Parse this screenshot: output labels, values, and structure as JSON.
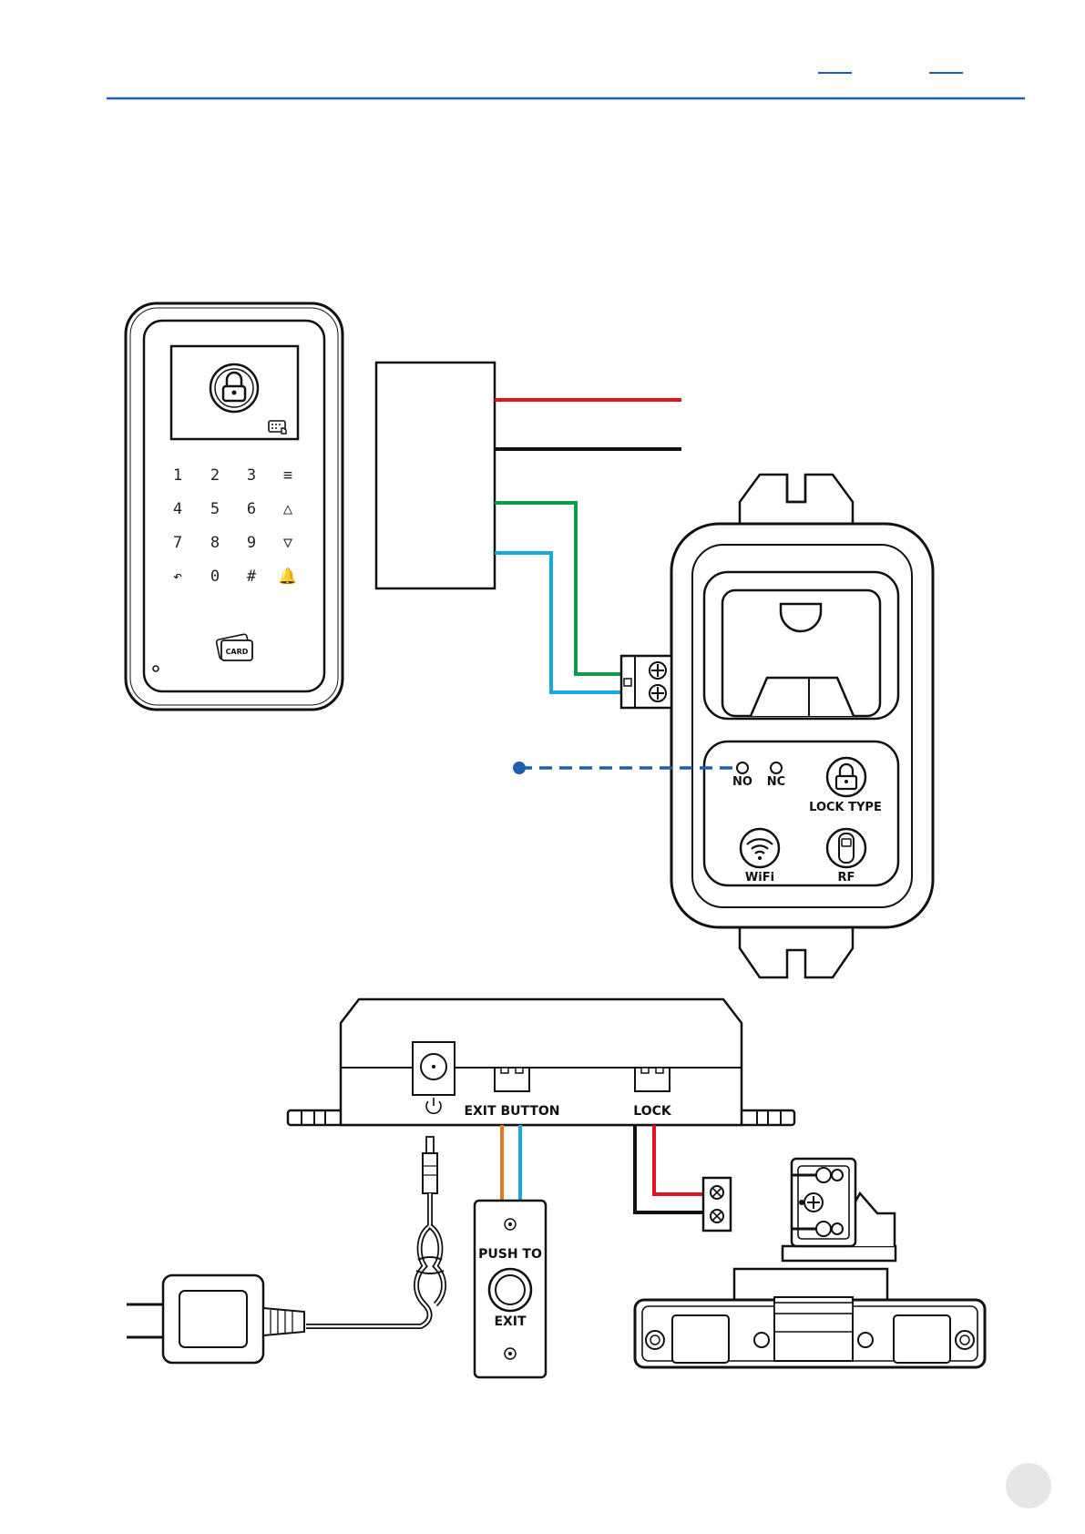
{
  "header": {
    "rule_color": "#1f5fad"
  },
  "keypad": {
    "keys": [
      "1",
      "2",
      "3",
      "≡",
      "4",
      "5",
      "6",
      "△",
      "7",
      "8",
      "9",
      "▽",
      "↶",
      "0",
      "#",
      "🔔"
    ],
    "card_label": "CARD"
  },
  "controller": {
    "terminals": {
      "no": "NO",
      "nc": "NC"
    },
    "lock_type_label": "LOCK TYPE",
    "wifi_label": "WiFi",
    "rf_label": "RF"
  },
  "power_box": {
    "exit_button_label": "EXIT BUTTON",
    "lock_label": "LOCK"
  },
  "exit_button": {
    "line1": "PUSH TO",
    "line2": "EXIT"
  },
  "wire_colors": {
    "red": "#e0141e",
    "black": "#111111",
    "green": "#109a4a",
    "blue": "#18a8e0",
    "orange": "#e87722",
    "dashed": "#1f5fad"
  }
}
